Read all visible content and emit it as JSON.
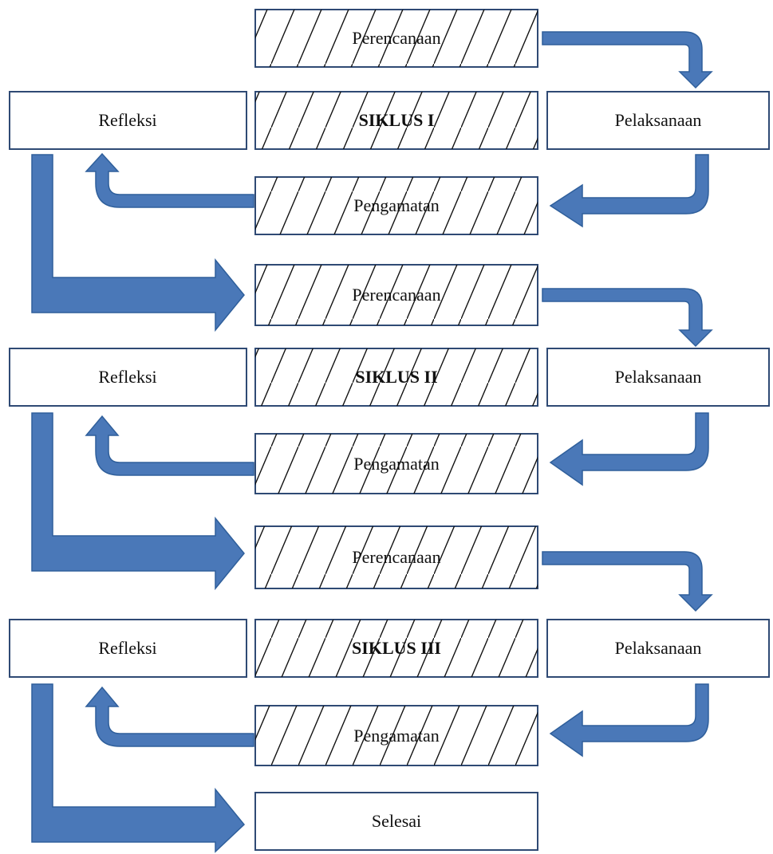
{
  "cycles": [
    {
      "plan": "Perencanaan",
      "title": "SIKLUS I",
      "act": "Pelaksanaan",
      "observe": "Pengamatan",
      "reflect": "Refleksi"
    },
    {
      "plan": "Perencanaan",
      "title": "SIKLUS II",
      "act": "Pelaksanaan",
      "observe": "Pengamatan",
      "reflect": "Refleksi"
    },
    {
      "plan": "Perencanaan",
      "title": "SIKLUS III",
      "act": "Pelaksanaan",
      "observe": "Pengamatan",
      "reflect": "Refleksi"
    }
  ],
  "end": "Selesai",
  "colors": {
    "arrow": "#4a78b8",
    "box_border": "#2f4a74"
  }
}
